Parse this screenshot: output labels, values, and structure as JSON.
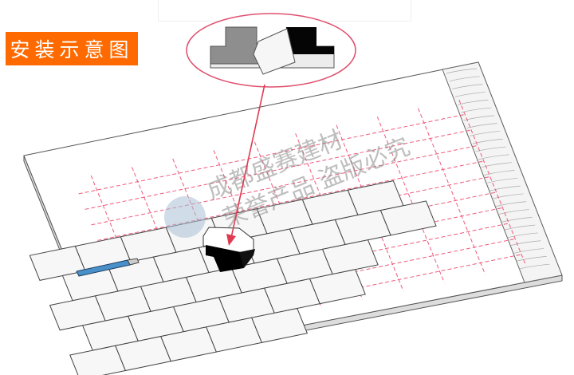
{
  "title": "安装示意图",
  "watermark": {
    "line1": "成都盛赛建材",
    "line2": "荣誉产品 盗版必究"
  },
  "colors": {
    "badge": "#ff6a00",
    "guide_lines": "#ef5a7a",
    "callout": "#e0506e",
    "arrow": "#e03a50"
  }
}
